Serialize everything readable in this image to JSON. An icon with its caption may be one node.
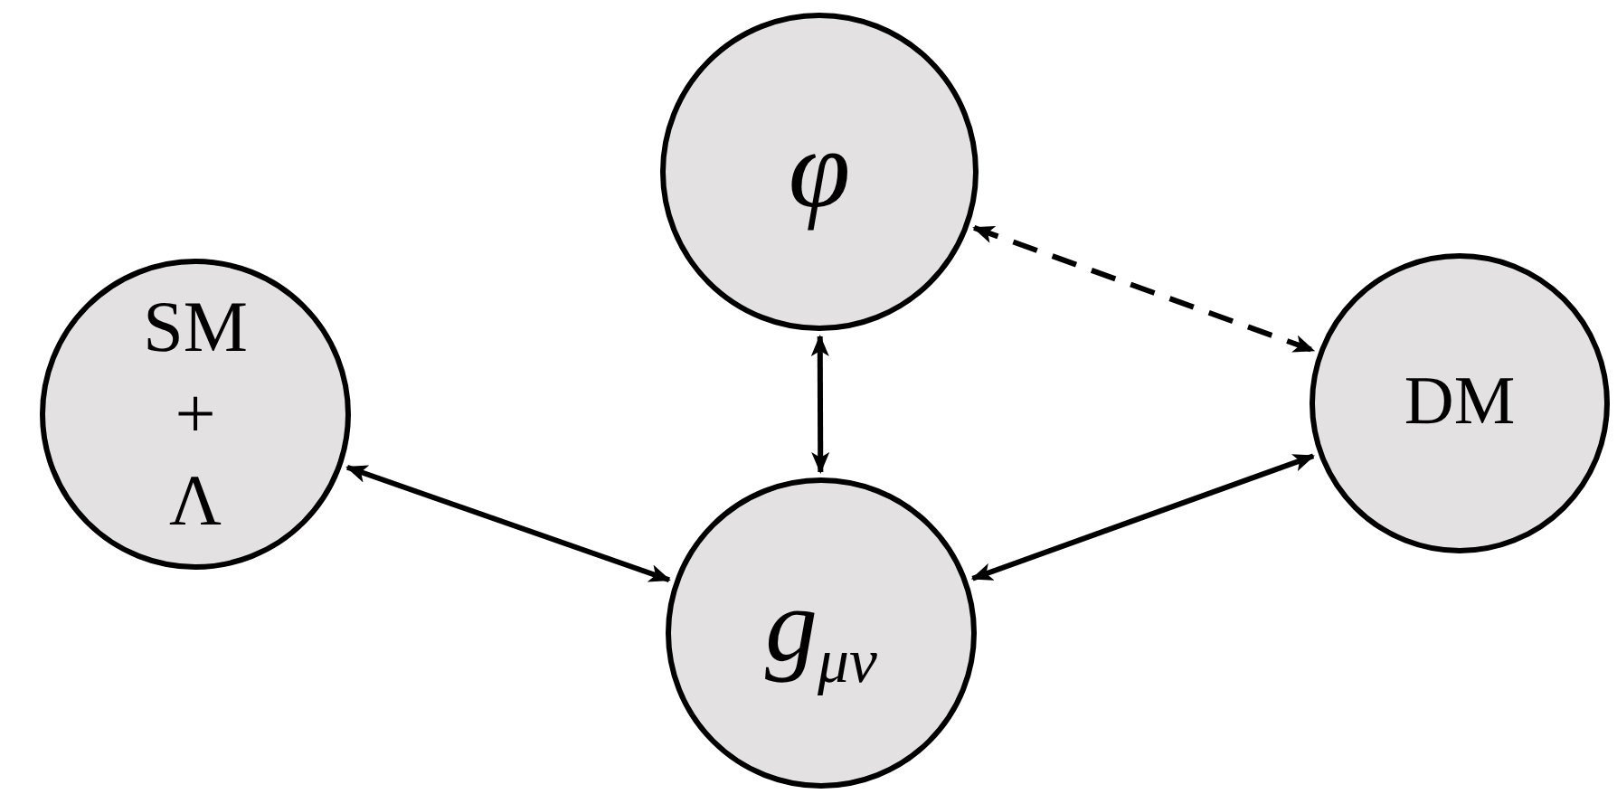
{
  "diagram": {
    "nodes": [
      {
        "text": [
          "φ"
        ]
      },
      {
        "text": [
          "SM",
          "+",
          "Λ"
        ]
      },
      {
        "text": [
          "DM"
        ]
      },
      {
        "text": [
          "g$_{μν}$"
        ]
      }
    ],
    "edges": [
      {
        "from": 0,
        "to": 3,
        "arrow": "both"
      },
      {
        "from": 1,
        "to": 3,
        "arrow": "both"
      },
      {
        "from": 3,
        "to": 2,
        "arrow": "both"
      },
      {
        "from": 0,
        "to": 2,
        "arrow": "both",
        "style": "dashed"
      }
    ]
  }
}
